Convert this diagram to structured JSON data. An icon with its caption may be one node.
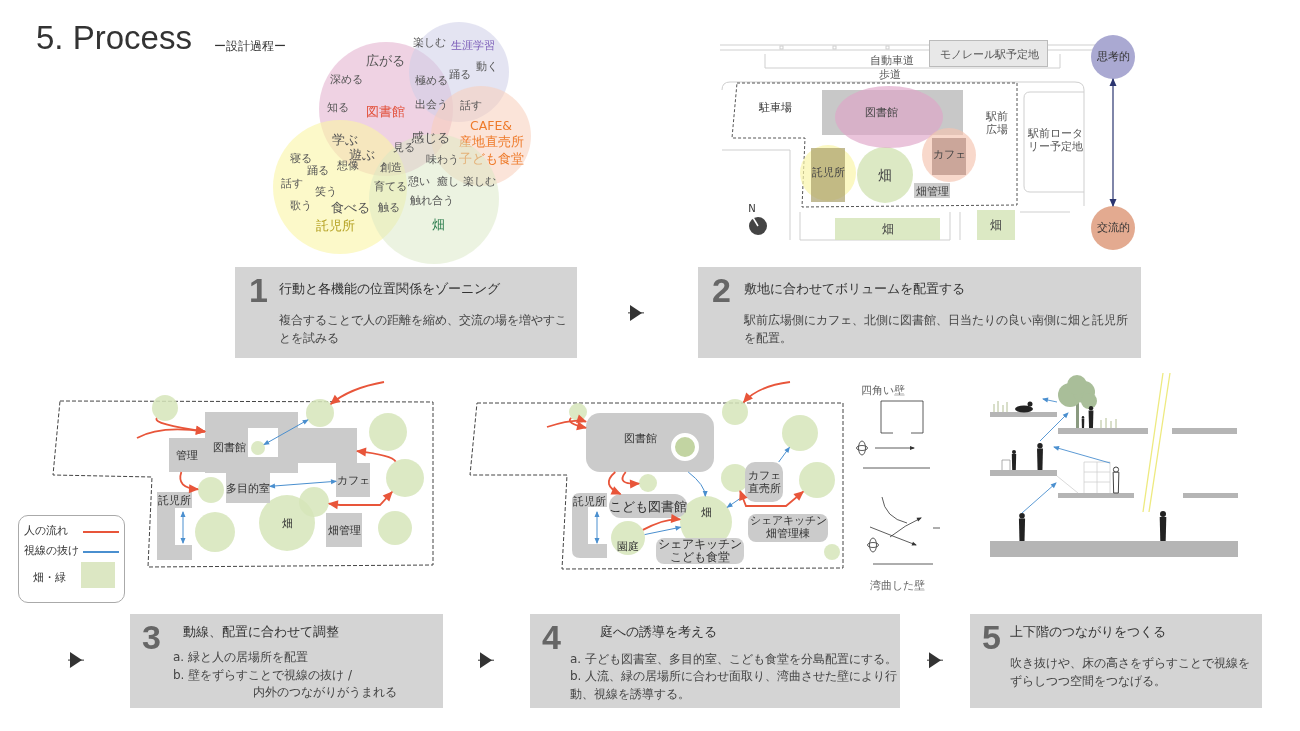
{
  "diagram": {
    "title": "5. Process",
    "nodes": [
      {
        "text": [
          "図書館"
        ]
      },
      {
        "text": [
          "生涯学習"
        ]
      },
      {
        "text": [
          "CAFE&",
          "産地直売所",
          "子ども食堂"
        ]
      },
      {
        "text": [
          "託児所"
        ]
      },
      {
        "text": [
          "畑"
        ]
      },
      {
        "text": [
          "モノレール駅予定地"
        ]
      },
      {
        "text": [
          "図書館"
        ]
      },
      {
        "text": [
          "カフェ"
        ]
      },
      {
        "text": [
          "託児所"
        ]
      },
      {
        "text": [
          "畑"
        ]
      },
      {
        "text": [
          "畑管理"
        ]
      },
      {
        "text": [
          "畑"
        ]
      },
      {
        "text": [
          "畑"
        ]
      },
      {
        "text": [
          "思考的"
        ]
      },
      {
        "text": [
          "交流的"
        ]
      },
      {
        "text": [
          "1",
          "行動と各機能の位置関係をゾーニング",
          "複合することで人の距離を縮め、交流の場を増やすことを試みる"
        ]
      },
      {
        "text": [
          "2",
          "敷地に合わせてボリュームを配置する",
          "駅前広場側にカフェ、北側に図書館、日当たりの良い南側に畑と託児所を配置。"
        ]
      },
      {
        "text": [
          "図書館"
        ]
      },
      {
        "text": [
          "管理"
        ]
      },
      {
        "text": [
          "多目的室"
        ]
      },
      {
        "text": [
          "カフェ"
        ]
      },
      {
        "text": [
          "託児所"
        ]
      },
      {
        "text": [
          "畑"
        ]
      },
      {
        "text": [
          "畑管理"
        ]
      },
      {
        "text": [],
        "shape": "circle"
      },
      {
        "text": [],
        "shape": "circle"
      },
      {
        "text": [],
        "shape": "circle",
        "in": 17
      },
      {
        "text": [],
        "shape": "circle"
      },
      {
        "text": [],
        "shape": "circle"
      },
      {
        "text": [],
        "shape": "circle"
      },
      {
        "text": [],
        "shape": "circle"
      },
      {
        "text": [],
        "shape": "circle"
      },
      {
        "text": [],
        "shape": "circle"
      },
      {
        "text": [
          "図書館"
        ]
      },
      {
        "text": [
          "カフェ直売所"
        ]
      },
      {
        "text": [
          "託児所"
        ]
      },
      {
        "text": [
          "こども図書館"
        ]
      },
      {
        "text": [
          "畑"
        ]
      },
      {
        "text": [
          "園庭"
        ]
      },
      {
        "text": [
          "シェアキッチンこども食堂"
        ]
      },
      {
        "text": [
          "シェアキッチン畑管理棟"
        ]
      },
      {
        "text": [],
        "shape": "circle"
      },
      {
        "text": [],
        "shape": "circle"
      },
      {
        "text": [],
        "shape": "circle"
      },
      {
        "text": [],
        "shape": "circle"
      },
      {
        "text": [],
        "shape": "circle"
      },
      {
        "text": [],
        "shape": "circle"
      },
      {
        "text": [],
        "shape": "circle"
      },
      {
        "text": [
          "3",
          "動線、配置に合わせて調整",
          "a. 緑と人の居場所を配置",
          "b. 壁をずらすことで視線の抜け / 内外のつながりがうまれる"
        ]
      },
      {
        "text": [
          "4",
          "庭への誘導を考える",
          "a. 子ども図書室、多目的室、こども食堂を分島配置にする。",
          "b. 人流、緑の居場所に合わせ面取り、湾曲させた壁により行動、視線を誘導する。"
        ]
      },
      {
        "text": [
          "5",
          "上下階のつながりをつくる",
          "吹き抜けや、床の高さをずらすことで視線をずらしつつ空間をつなげる。"
        ]
      }
    ],
    "edges": [
      {
        "from": 13,
        "to": 14,
        "arrow": "both",
        "color": "#2b3570"
      },
      {
        "from": 15,
        "to": 16,
        "arrow": "to",
        "color": "#333333"
      },
      {
        "from": null,
        "to": 48,
        "arrow": "to",
        "color": "#333333"
      },
      {
        "from": 48,
        "to": 49,
        "arrow": "to",
        "color": "#333333"
      },
      {
        "from": 49,
        "to": 50,
        "arrow": "to",
        "color": "#333333"
      },
      {
        "from": 24,
        "to": 17,
        "arrow": "to"
      },
      {
        "from": null,
        "to": 17,
        "arrow": "to"
      },
      {
        "from": null,
        "to": 25,
        "arrow": "to"
      },
      {
        "from": 30,
        "to": 17,
        "arrow": "to"
      },
      {
        "from": 18,
        "to": 28,
        "arrow": "to"
      },
      {
        "from": 26,
        "to": 25,
        "arrow": "both",
        "color": "#4a8fcf"
      },
      {
        "from": 19,
        "to": 20,
        "arrow": "both",
        "color": "#4a8fcf"
      },
      {
        "from": 41,
        "to": 33,
        "arrow": "to"
      },
      {
        "from": null,
        "to": 33,
        "arrow": "to"
      },
      {
        "from": 33,
        "to": 37,
        "arrow": "to",
        "color": "#4a8fcf"
      },
      {
        "from": 34,
        "to": 37,
        "arrow": "to",
        "color": "#4a8fcf"
      },
      {
        "from": 34,
        "to": 43,
        "arrow": "to",
        "color": "#4a8fcf"
      },
      {
        "from": 38,
        "to": 37,
        "arrow": "to",
        "color": "#4a8fcf"
      },
      {
        "from": 38,
        "to": 37,
        "arrow": "to"
      },
      {
        "from": 33,
        "to": 44,
        "arrow": "to"
      },
      {
        "from": 33,
        "to": 36,
        "arrow": "to"
      },
      {
        "from": 29,
        "to": 30,
        "arrow": "both"
      },
      {
        "from": 46,
        "to": 45,
        "arrow": "both"
      },
      {
        "from": null,
        "to": 42,
        "arrow": "to"
      }
    ],
    "labels": [
      "ー設計過程ー",
      "楽しむ",
      "広がる",
      "動く",
      "踊る",
      "深める",
      "極める",
      "出会う",
      "知る",
      "話す",
      "感じる",
      "学ぶ",
      "見る",
      "遊ぶ",
      "寝る",
      "味わう",
      "想像",
      "創造",
      "踊る",
      "憩い",
      "癒し",
      "楽しむ",
      "話す",
      "育てる",
      "笑う",
      "触れ合う",
      "歌う",
      "食べる",
      "触る",
      "自動車道",
      "歩道",
      "駐車場",
      "駅前広場",
      "駅前ロータリー予定地",
      "N",
      "四角い壁",
      "湾曲した壁"
    ],
    "legend": [
      {
        "text": "人の流れ"
      },
      {
        "text": "視線の抜け"
      },
      {
        "text": "畑・緑",
        "color": "#dce7c3"
      }
    ]
  }
}
